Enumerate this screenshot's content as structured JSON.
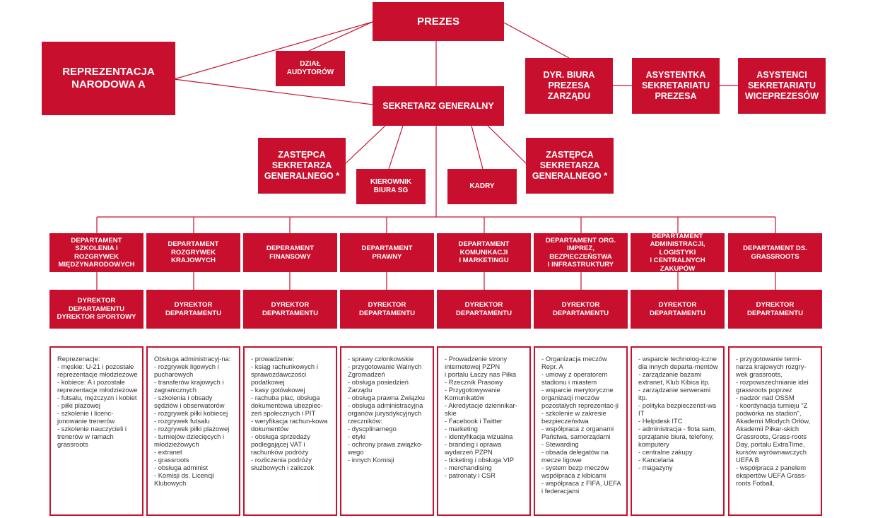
{
  "colors": {
    "accent": "#c8102e",
    "connector": "#c8102e",
    "box_text": "#ffffff",
    "desc_text": "#333333"
  },
  "top": {
    "prezes": "PREZES",
    "reprezentacja": "REPREZENTACJA\nNARODOWA A",
    "dzial_audytorow": "DZIAŁ\nAUDYTORÓW",
    "dyr_biura": "DYR. BIURA\nPREZESA\nZARZĄDU",
    "asystentka": "ASYSTENTKA\nSEKRETARIATU\nPREZESA",
    "asystenci": "ASYSTENCI\nSEKRETARIATU\nWICEPREZESÓW",
    "sekretarz": "SEKRETARZ GENERALNY",
    "zastepca_left": "ZASTĘPCA\nSEKRETARZA\nGENERALNEGO *",
    "kierownik": "KIEROWNIK\nBIURA SG",
    "kadry": "KADRY",
    "zastepca_right": "ZASTĘPCA\nSEKRETARZA\nGENERALNEGO *"
  },
  "departments": [
    {
      "name": "DEPARTAMENT\nSZKOLENIA I ROZGRYWEK\nMIĘDZYNARODOWYCH",
      "director": "DYREKTOR\nDEPARTAMENTU\nDYREKTOR SPORTOWY",
      "tasks": "Reprezenacje:\n- męskie: U-21 i pozostałe reprezentacje młodzieżowe\n- kobiece: A i pozostałe reprezentacje młodzieżowe\n- futsalu, mężczyzn i kobiet\n- piłki plażowej\n- szkolenie i licenc-jonowanie trenerów\n- szkolenie nauczycieli i trenerów w ramach grassroots"
    },
    {
      "name": "DEPARTAMENT\nROZGRYWEK\nKRAJOWYCH",
      "director": "DYREKTOR\nDEPARTAMENTU",
      "tasks": "Obsługa administracyj-na:\n- rozgrywek ligowych i pucharowych\n- transferów krajowych i zagranicznych\n- szkolenia i obsady sędziów i obserwatorów\n- rozgrywek piłki kobiecej\n- rozgrywek futsalu\n- rozgrywek piłki plażowej\n- turniejów dziecięcych i młodzieżowych\n- extranet\n- grassroots\n- obsługa administ\n- Komisji ds. Licencji Klubowych"
    },
    {
      "name": "DEPERAMENT\nFINANSOWY",
      "director": "DYREKTOR\nDEPARTAMENTU",
      "tasks": "- prowadzenie:\n- ksiąg rachunkowych i sprawozdawczości podatkowej\n- kasy gotówkowej\n- rachuba płac, obsługa dokumentowa ubezpiec-zeń społecznych i PIT\n- weryfikacja rachun-kowa dokumentów\n- obsługa sprzedaży podlegającej VAT i rachunków podróży\n- rozliczenia podróży służbowych i zaliczek"
    },
    {
      "name": "DEPARTAMENT\nPRAWNY",
      "director": "DYREKTOR\nDEPARTAMENTU",
      "tasks": "- sprawy członkowskie\n- przygotowanie Walnych Zgromadzeń\n- obsługa posiedzień Zarządu\n- obsługa prawna Związku\n- obsługa administracyjna organów jurysdykcyjnych rzeczników:\n- dyscplinarnego\n- etyki\n- ochrony prawa związko-wego\n- innych Komisji"
    },
    {
      "name": "DEPARTAMENT\nKOMUNIKACJI\nI MARKETINGU",
      "director": "DYREKTOR\nDEPARTAMENTU",
      "tasks": "- Prowadzenie strony internetowej PZPN\ni portalu Łaczy nas Piłka\n- Rzecznik Prasowy\n- Przygotowywanie Komunikatów\n- Akredytacje dziennikar-skie\n- Facebook i Twitter\n- marketing\n- identyfikacja wizualna\n- branding i oprawa wydarzeń PZPN\n- ticketing i obsługa VIP\n- merchandising\n- patronaty i CSR"
    },
    {
      "name": "DEPARTAMENT ORG.\nIMPREZ, BEZPIECZEŃSTWA\nI INFRASTRUKTURY",
      "director": "DYREKTOR\nDEPARTAMENTU",
      "tasks": "- Organizacja meczów Repr. A\n- umowy z operatorem stadionu i miastem\n- wsparcie merytoryczne organizacji meczów pozostałych reprezentac-ji\n- szkolenie w zakresie bezpieczeństwa\n- współpraca z organami Państwa, samorządami\n- Stewarding\n- obsada delegatów na mecze ligowe\n- system bezp meczów współpraca z kibicami\n- współpraca z FIFA, UEFA i federacjami"
    },
    {
      "name": "DEPARTAMENT\nADMINISTRACJI, LOGISTYKI\nI CENTRALNYCH ZAKUPÓW",
      "director": "DYREKTOR\nDEPARTAMENTU",
      "tasks": "- wsparcie technolog-iczne dla innych departa-mentów\n- zarządzanie bazami extranet, Klub Kibica itp.\n- zarządzanie serwerami itp.\n- polityka bezpieczeńst-wa IT\n- Helpdesk ITC\n- administracja - flota sam, sprzątanie biura, telefony, komputery\n- centralne zakupy\n- Kancelaria\n- magazyny"
    },
    {
      "name": "DEPARTAMENT DS.\nGRASSROOTS",
      "director": "DYREKTOR\nDEPARTAMENTU",
      "tasks": "- przygotowanie termi-narza krajowych rozgry-wek grassroots,\n- rozpowszechnianie idei grassroots poprzez\n- nadzór nad OSSM\n- koordynacja turnieju \"Z podwórka na stadion\", Akademii Młodych Orłów, Akademii Piłkar-skich Grassroots, Grass-roots Day, portalu ExtraTime, kursów wyrównawczych UEFA B\n- współpraca z panelem ekspertów UEFA Grass-roots Fotball,"
    }
  ]
}
